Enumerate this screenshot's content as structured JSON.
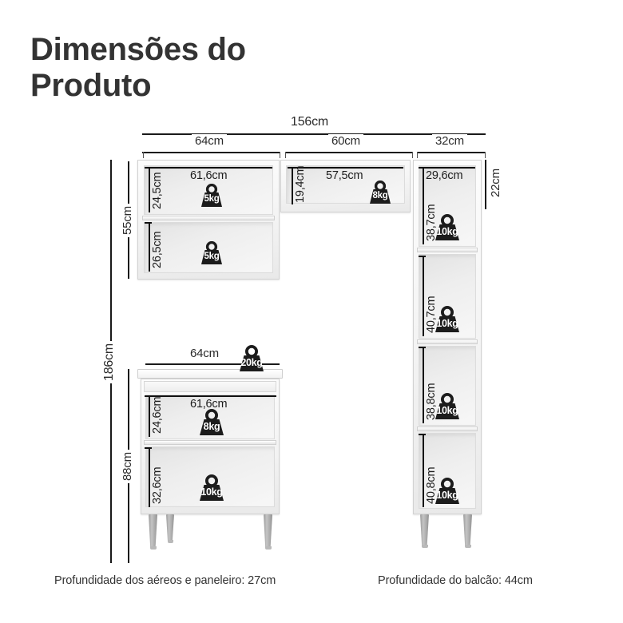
{
  "title": {
    "line1": "Dimensões do",
    "line2": "Produto"
  },
  "top_dimensions": {
    "total": "156cm",
    "segments": [
      "64cm",
      "60cm",
      "32cm"
    ]
  },
  "side_dimensions": {
    "total_height": "186cm",
    "upper_height": "55cm",
    "lower_height": "88cm",
    "right_top_depth": "22cm"
  },
  "upper_left_cabinet": {
    "width_label": "61,6cm",
    "shelves": [
      {
        "height": "24,5cm",
        "weight": "5kg"
      },
      {
        "height": "26,5cm",
        "weight": "5kg"
      }
    ]
  },
  "upper_middle_cabinet": {
    "width_label": "57,5cm",
    "height_label": "19,4cm",
    "weight": "8kg"
  },
  "tall_column": {
    "width_label": "29,6cm",
    "shelves": [
      {
        "height": "38,7cm",
        "weight": "10kg"
      },
      {
        "height": "40,7cm",
        "weight": "10kg"
      },
      {
        "height": "38,8cm",
        "weight": "10kg"
      },
      {
        "height": "40,8cm",
        "weight": "10kg"
      }
    ]
  },
  "counter_cabinet": {
    "width_label": "64cm",
    "top_weight": "20kg",
    "inner_width_label": "61,6cm",
    "shelves": [
      {
        "height": "24,6cm",
        "weight": "8kg"
      },
      {
        "height": "32,6cm",
        "weight": "10kg"
      }
    ]
  },
  "footer": {
    "left_note": "Profundidade dos aéreos e paneleiro: 27cm",
    "right_note": "Profundidade do balcão: 44cm"
  },
  "colors": {
    "text": "#333333",
    "line": "#1a1a1a",
    "badge": "#1c1c1c",
    "carcass": "#f4f4f4",
    "leg": "#a8a8a8"
  }
}
